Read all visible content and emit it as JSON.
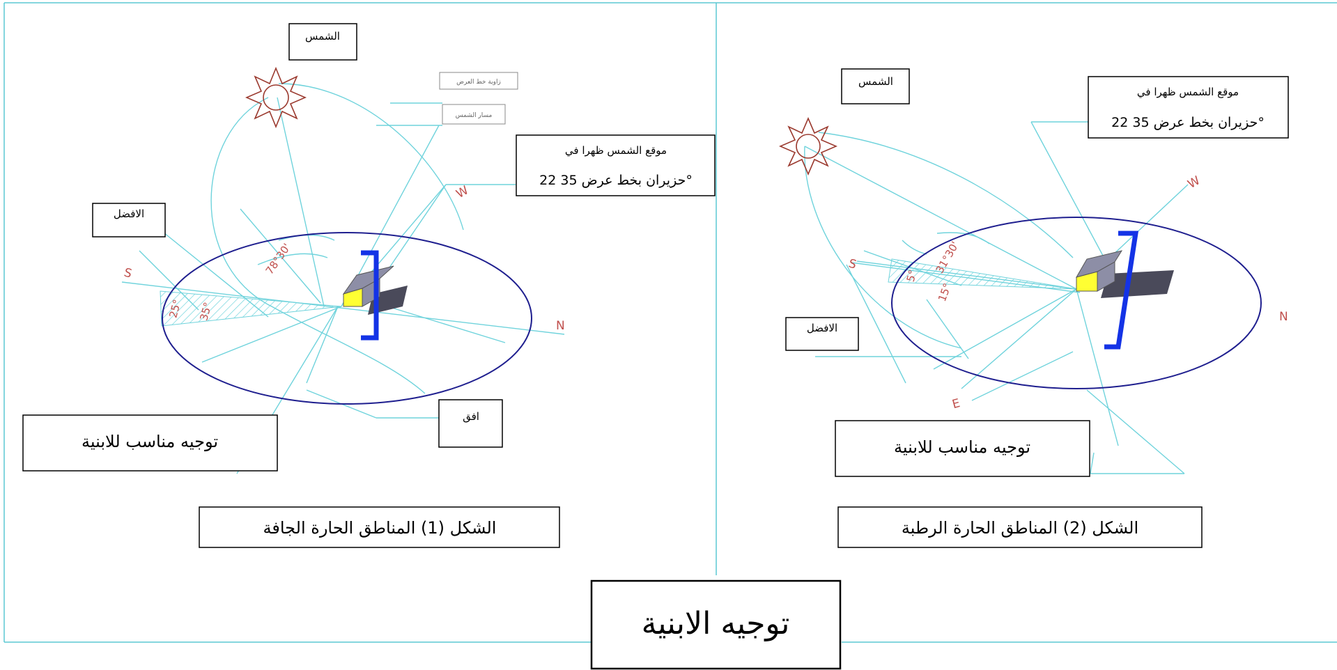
{
  "main_title": "توجيه الابنية",
  "figure1": {
    "caption": "الشكل (1) المناطق الحارة الجافة",
    "sun_label": "الشمس",
    "best_label": "الافضل",
    "horizon_label": "افق",
    "latitude_angle_label": "زاوية خط العرض",
    "sun_path_label": "مسار الشمس",
    "sun_position_line1": "موقع الشمس ظهرا في",
    "sun_position_line2": "22 حزيران بخط عرض 35°",
    "orientation_label": "توجيه مناسب للابنية",
    "dir_s": "S",
    "dir_n": "N",
    "dir_w": "W",
    "angle_main": "78°30'",
    "angle_a": "25°",
    "angle_b": "35°"
  },
  "figure2": {
    "caption": "الشكل (2) المناطق الحارة الرطبة",
    "sun_label": "الشمس",
    "best_label": "الافضل",
    "sun_position_line1": "موقع الشمس ظهرا في",
    "sun_position_line2": "22 حزيران بخط عرض 35°",
    "orientation_label": "توجيه مناسب للابنية",
    "dir_s": "S",
    "dir_n": "N",
    "dir_w": "W",
    "dir_e": "E",
    "angle_main": "31°30'",
    "angle_a": "5°",
    "angle_b": "15°"
  },
  "colors": {
    "frame": "#5bc8d4",
    "guide": "#6fd3dc",
    "ellipse": "#1f1f8f",
    "sun": "#9b3a2f",
    "direction_text": "#c0504d",
    "wall": "#1433e6",
    "house_wall": "#ffff33",
    "house_roof": "#8d8ea6",
    "shadow": "#4a4a5a"
  }
}
